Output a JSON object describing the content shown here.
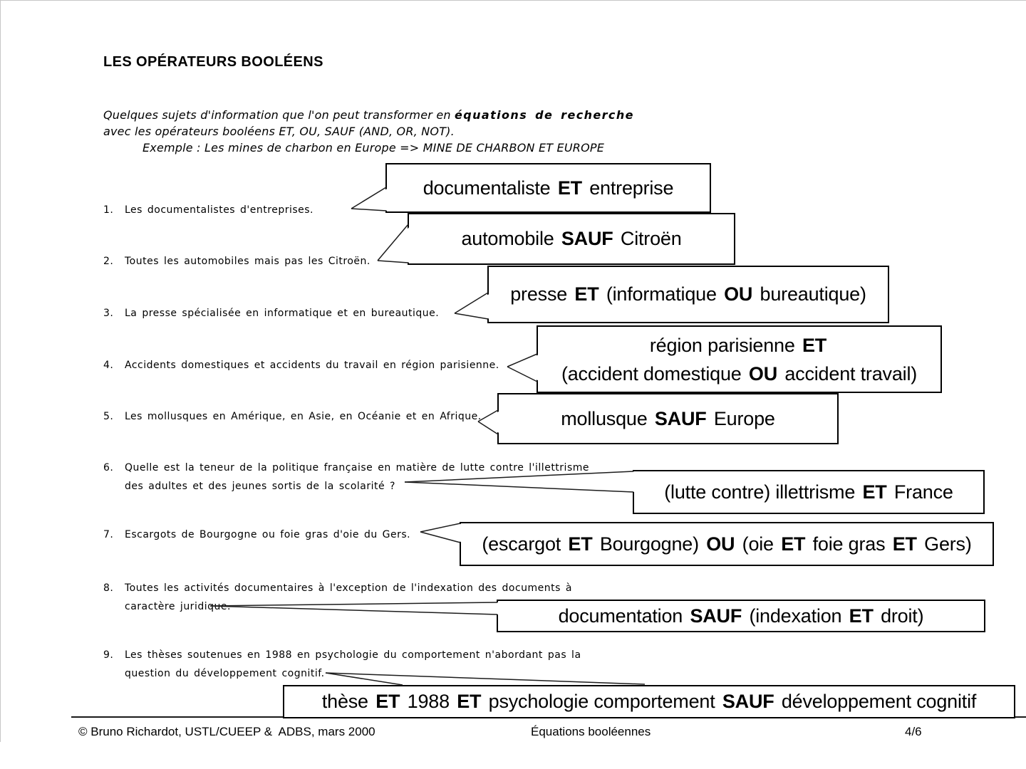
{
  "document": {
    "title": "LES OPÉRATEURS BOOLÉENS",
    "intro": {
      "line1_regular": "Quelques sujets d'information que l'on peut transformer en ",
      "line1_emphasis": "équations de recherche",
      "line2": "avec les opérateurs booléens ET, OU, SAUF (AND, OR, NOT).",
      "line3": "Exemple : Les mines de charbon en Europe => MINE DE CHARBON ET EUROPE"
    },
    "topics": [
      {
        "number": "1.",
        "lines": [
          "Les documentalistes d'entreprises."
        ]
      },
      {
        "number": "2.",
        "lines": [
          "Toutes les automobiles mais pas les Citroën."
        ]
      },
      {
        "number": "3.",
        "lines": [
          "La presse spécialisée en informatique et en bureautique."
        ]
      },
      {
        "number": "4.",
        "lines": [
          "Accidents domestiques et accidents du travail en région parisienne."
        ]
      },
      {
        "number": "5.",
        "lines": [
          "Les mollusques en Amérique, en Asie, en Océanie et en Afrique."
        ]
      },
      {
        "number": "6.",
        "lines": [
          "Quelle est la teneur de la politique française en matière de lutte contre l'illettrisme",
          "des adultes et des jeunes sortis de la scolarité ?"
        ]
      },
      {
        "number": "7.",
        "lines": [
          "Escargots de Bourgogne ou foie gras d'oie du Gers."
        ]
      },
      {
        "number": "8.",
        "lines": [
          "Toutes les activités documentaires à l'exception de l'indexation des documents à",
          "caractère juridique."
        ]
      },
      {
        "number": "9.",
        "lines": [
          "Les thèses soutenues en 1988 en psychologie du comportement n'abordant pas la",
          "question du développement cognitif."
        ]
      }
    ],
    "operators": [
      "ET",
      "OU",
      "SAUF"
    ],
    "equations": [
      {
        "lines": [
          "documentaliste ET entreprise"
        ]
      },
      {
        "lines": [
          "automobile SAUF Citroën"
        ]
      },
      {
        "lines": [
          "presse ET (informatique OU bureautique)"
        ]
      },
      {
        "lines": [
          "région parisienne ET",
          "(accident domestique OU accident travail)"
        ]
      },
      {
        "lines": [
          "mollusque SAUF Europe"
        ]
      },
      {
        "lines": [
          "(lutte contre) illettrisme ET France"
        ]
      },
      {
        "lines": [
          "(escargot ET Bourgogne) OU (oie ET foie gras ET Gers)"
        ]
      },
      {
        "lines": [
          "documentation SAUF (indexation ET droit)"
        ]
      },
      {
        "lines": [
          "thèse ET 1988 ET psychologie comportement SAUF développement cognitif"
        ]
      }
    ],
    "footer": {
      "left": "© Bruno Richardot, USTL/CUEEP &  ADBS, mars 2000",
      "center": "Équations booléennes",
      "right": "4/6"
    }
  }
}
